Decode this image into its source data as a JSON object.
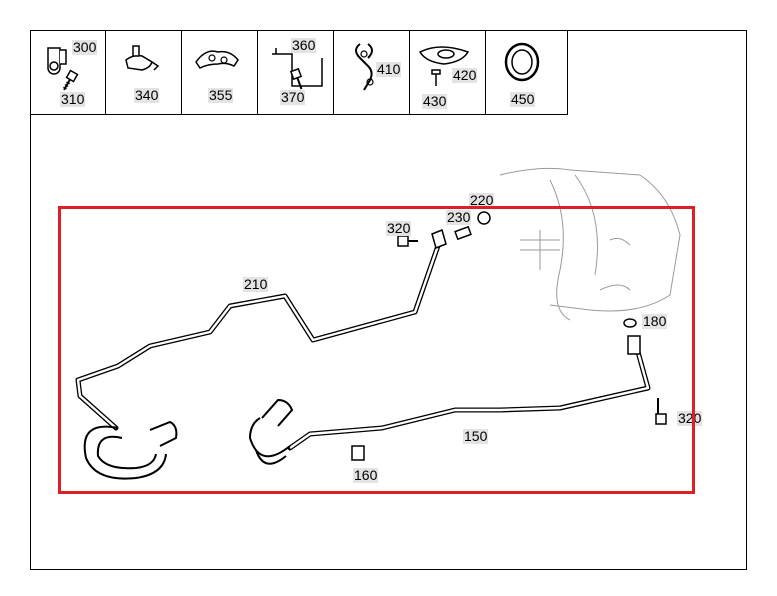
{
  "legend": {
    "cells": [
      {
        "name": "cell-300-310",
        "labels": [
          "300",
          "310"
        ]
      },
      {
        "name": "cell-340",
        "labels": [
          "340"
        ]
      },
      {
        "name": "cell-355",
        "labels": [
          "355"
        ]
      },
      {
        "name": "cell-360-370",
        "labels": [
          "360",
          "370"
        ]
      },
      {
        "name": "cell-410",
        "labels": [
          "410"
        ]
      },
      {
        "name": "cell-420-430",
        "labels": [
          "420",
          "430"
        ]
      },
      {
        "name": "cell-450",
        "labels": [
          "450"
        ]
      }
    ]
  },
  "callouts": {
    "c220": "220",
    "c230": "230",
    "c320_top": "320",
    "c210": "210",
    "c180": "180",
    "c320_right": "320",
    "c150": "150",
    "c160": "160"
  },
  "highlight_color": "#dd1f26"
}
